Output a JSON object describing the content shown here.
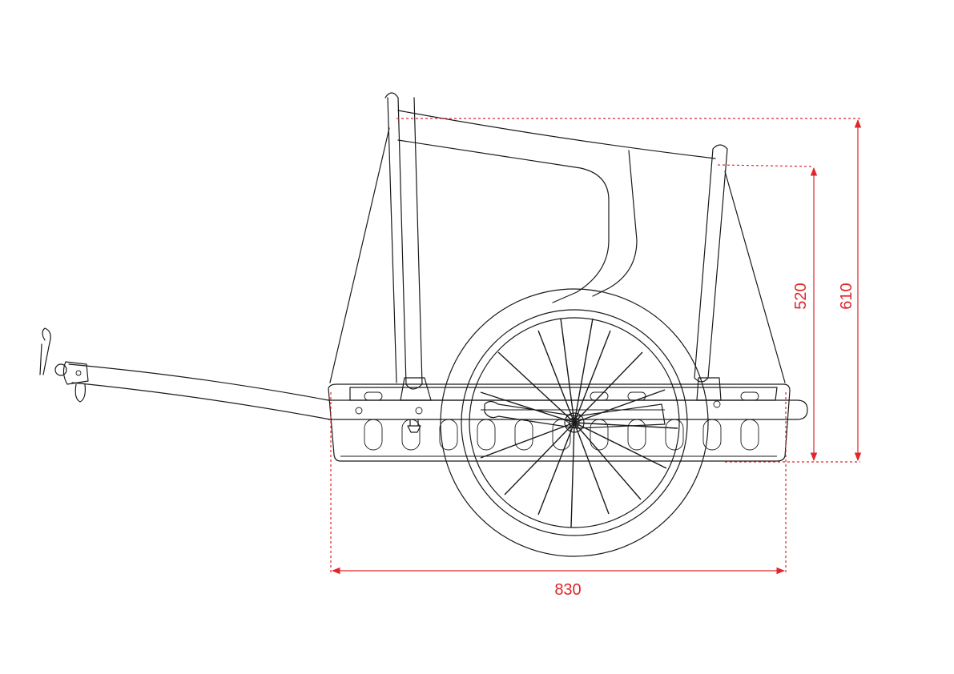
{
  "drawing": {
    "subject": "bicycle-cargo-trailer-side-view",
    "line_color": "#1a1a1a",
    "dimension_color": "#e0252b"
  },
  "dimensions": {
    "length": "830",
    "height_frame": "520",
    "height_total": "610"
  }
}
